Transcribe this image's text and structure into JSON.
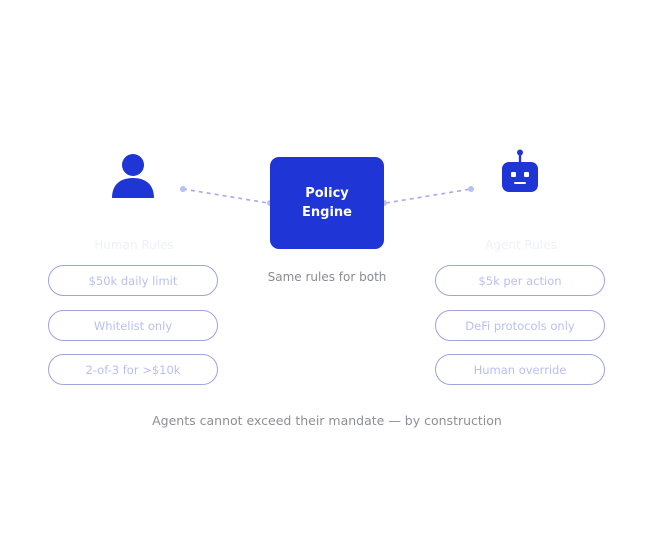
{
  "engine": {
    "line1": "Policy",
    "line2": "Engine",
    "caption": "Same rules for both"
  },
  "human": {
    "icon": "person-icon",
    "label": "Human Rules",
    "rules": [
      "$50k daily limit",
      "Whitelist only",
      "2-of-3 for >$10k"
    ]
  },
  "agent": {
    "icon": "robot-icon",
    "label": "Agent Rules",
    "rules": [
      "$5k per action",
      "DeFi protocols only",
      "Human override"
    ]
  },
  "footer": "Agents cannot exceed their mandate — by construction",
  "colors": {
    "accent": "#1f35d6",
    "link": "#a7ace6",
    "pill_border": "#9ea4dc",
    "pill_text": "#b9bff0"
  }
}
